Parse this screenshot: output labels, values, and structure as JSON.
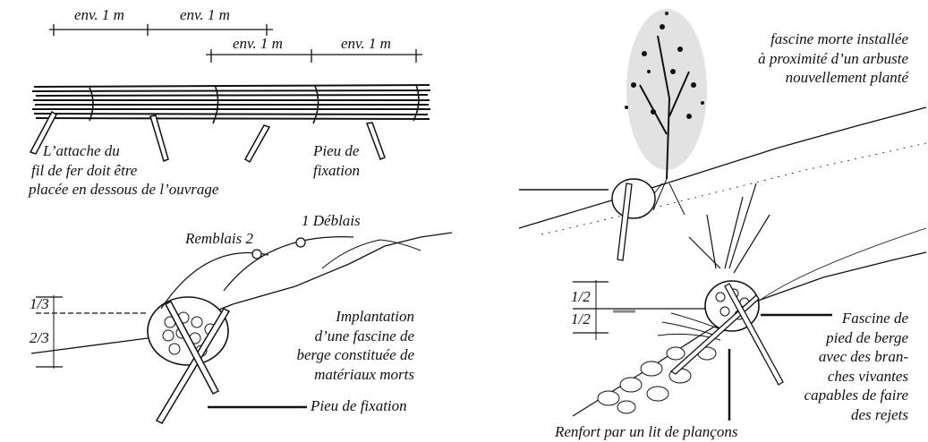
{
  "top_left": {
    "measure_labels": [
      "env. 1 m",
      "env. 1 m",
      "env. 1 m",
      "env. 1 m"
    ],
    "wire_note": [
      "L’attache du",
      "fil de fer doit être",
      "placée en dessous de l’ouvrage"
    ],
    "stake_label": [
      "Pieu de",
      "fixation"
    ]
  },
  "bottom_left": {
    "fill_label": "Remblais 2",
    "cut_label": "1 Déblais",
    "ratio_top": "1/3",
    "ratio_bottom": "2/3",
    "caption": [
      "Implantation",
      "d’une fascine de",
      "berge constituée de",
      "matériaux morts"
    ],
    "stake_label": "Pieu de fixation"
  },
  "top_right": {
    "caption": [
      "fascine morte installée",
      "à proximité d’un arbuste",
      "nouvellement planté"
    ]
  },
  "bottom_right": {
    "ratio_top": "1/2",
    "ratio_bottom": "1/2",
    "fascine_label": [
      "Fascine de",
      "pied de berge",
      "avec des bran-",
      "ches vivantes",
      "capables de faire",
      "des rejets"
    ],
    "reinforcement_label": "Renfort par un lit de plançons"
  },
  "colors": {
    "ink": "#111111",
    "water": "#888888",
    "background": "#ffffff"
  }
}
